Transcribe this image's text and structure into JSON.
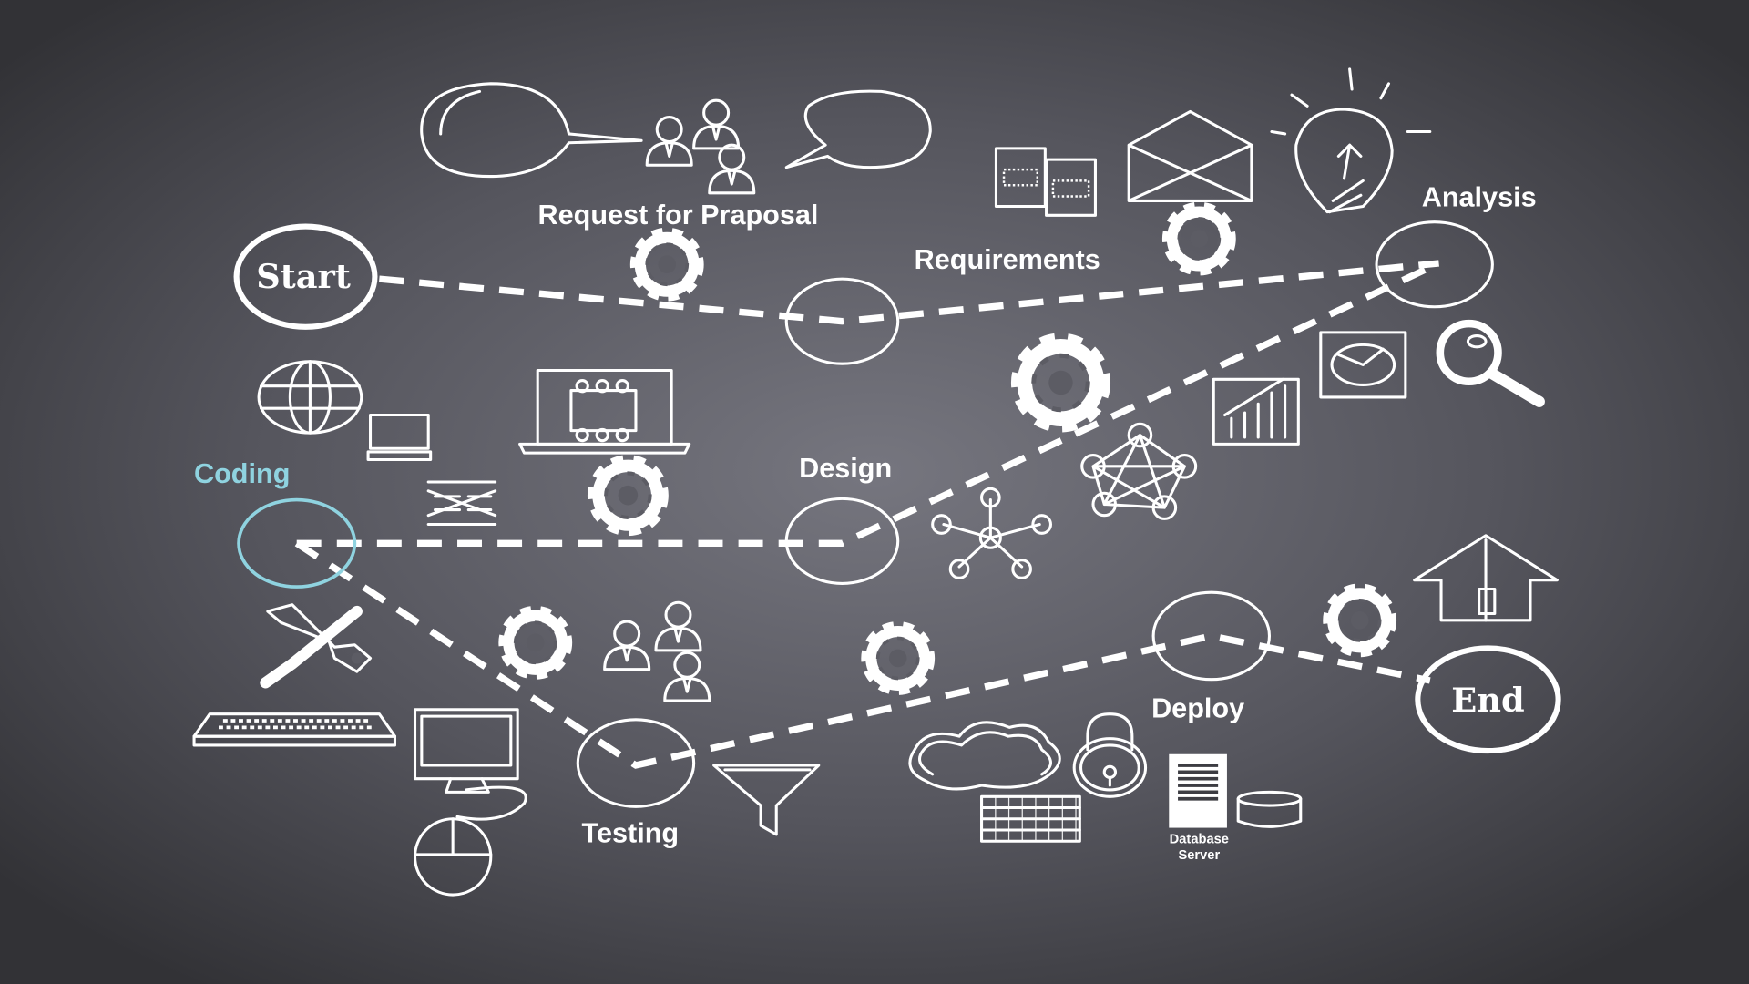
{
  "title": "Software Development Life Cycle",
  "stages": {
    "start": "Start",
    "request": "Request for Praposal",
    "requirements": "Requirements",
    "analysis": "Analysis",
    "design": "Design",
    "coding": "Coding",
    "testing": "Testing",
    "deploy": "Deploy",
    "end": "End"
  },
  "database_label": [
    "Database",
    "Server"
  ],
  "colors": {
    "background": "#3c3c42",
    "chalk": "#ffffff",
    "highlight": "#8fd3e0"
  },
  "icons": [
    "speech-bubble-icon",
    "people-icon",
    "document-icon",
    "envelope-icon",
    "lightbulb-icon",
    "gear-icon",
    "globe-icon",
    "monitor-icon",
    "laptop-icon",
    "wrench-icon",
    "keyboard-icon",
    "mouse-icon",
    "funnel-icon",
    "cloud-icon",
    "lock-icon",
    "brick-wall-icon",
    "server-icon",
    "database-icon",
    "house-icon",
    "magnifier-icon",
    "bar-chart-icon",
    "pie-chart-icon",
    "network-icon"
  ]
}
